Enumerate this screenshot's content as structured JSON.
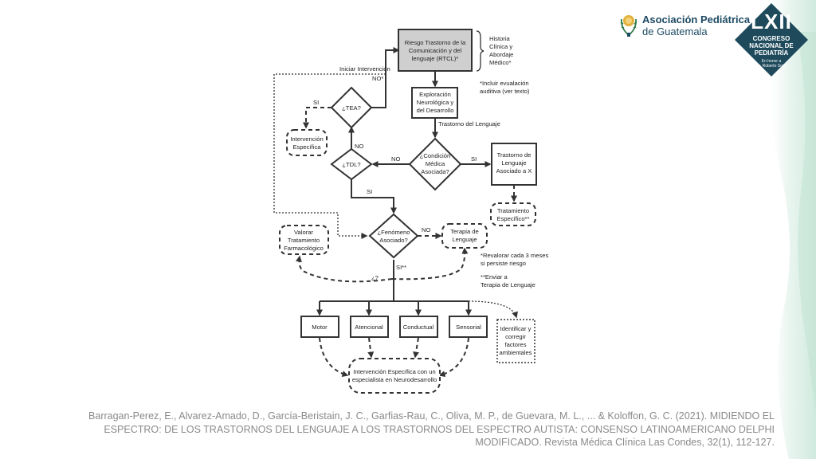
{
  "header": {
    "org_title": "Asociación Pediátrica",
    "org_subtitle": "de Guatemala",
    "congress_number": "LXII",
    "congress_line1": "CONGRESO",
    "congress_line2": "NACIONAL DE",
    "congress_line3": "PEDIATRÍA",
    "honor_line1": "En honor a",
    "honor_line2": "Dr. Roberto Sosa"
  },
  "diagram": {
    "nodes": {
      "rtcl": [
        "Riesgo Trastorno de la",
        "Comunicación y del",
        "lenguaje (RTCL)*"
      ],
      "historia": [
        "Historia",
        "Clínica y",
        "Abordaje",
        "Médico*"
      ],
      "exploracion": [
        "Exploración",
        "Neurológica y",
        "del Desarrollo"
      ],
      "tea": [
        "¿TEA?"
      ],
      "intervencion_especifica": [
        "Intervención",
        "Específica"
      ],
      "tdl": [
        "¿TDL?"
      ],
      "condicion": [
        "¿Condición",
        "Médica",
        "Asociada?"
      ],
      "trastorno_x": [
        "Trastorno de",
        "Lenguaje",
        "Asociado a X"
      ],
      "tratamiento_especifico": [
        "Tratamiento",
        "Específico**"
      ],
      "valorar": [
        "Valorar",
        "Tratamiento",
        "Farmacológico"
      ],
      "fenomeno": [
        "¿Fenómeno",
        "Asociado?"
      ],
      "terapia": [
        "Terapia de",
        "Lenguaje"
      ],
      "motor": [
        "Motor"
      ],
      "atencional": [
        "Atencional"
      ],
      "conductual": [
        "Conductual"
      ],
      "sensorial": [
        "Sensorial"
      ],
      "identificar": [
        "Identificar y",
        "corregir",
        "factores",
        "ambientales"
      ],
      "intervencion_neuro": [
        "Intervención Específica con un",
        "especialista en Neurodesarrollo"
      ]
    },
    "edge_labels": {
      "iniciar": "Iniciar Intervención",
      "no_star": "NO*",
      "si_tea": "SI",
      "no_tdl": "NO",
      "no_cond": "NO",
      "si_cond": "SI",
      "trastorno_lenguaje": "Trastorno del Lenguaje",
      "si_tdl": "SI",
      "no_fen": "NO",
      "si_fen": "SI**",
      "question": "¿?"
    },
    "notes": {
      "audit": [
        "*Incluir evualación",
        "auditiva (ver texto)"
      ],
      "revalorar": [
        "*Revalorar cada 3 meses",
        "si persiste riesgo"
      ],
      "enviar": [
        "**Enviar a",
        "Terapia de Lenguaje"
      ]
    }
  },
  "citation": {
    "line1": "Barragan-Perez, E., Alvarez-Amado, D., García-Beristain, J. C., Garfias-Rau, C., Oliva, M. P., de Guevara, M. L., ... & Koloffon, G. C. (2021). MIDIENDO EL",
    "line2": "ESPECTRO: DE LOS TRASTORNOS DEL LENGUAJE A LOS TRASTORNOS DEL ESPECTRO AUTISTA: CONSENSO LATINOAMERICANO DELPHI",
    "line3": "MODIFICADO. Revista Médica Clínica Las Condes, 32(1), 112-127."
  },
  "colors": {
    "brand_navy": "#1d4a63",
    "badge_teal": "#1e4a5c",
    "flow_dark": "#333333",
    "box_gray": "#cfcfcf",
    "citation_gray": "#8a8a8a"
  }
}
